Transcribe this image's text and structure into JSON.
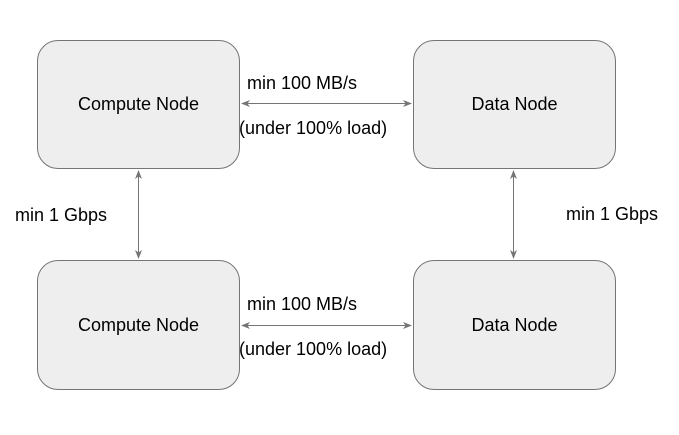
{
  "diagram": {
    "title": "cluster-network-diagram",
    "nodes": [
      {
        "id": "compute-node-top",
        "label": "Compute Node"
      },
      {
        "id": "data-node-top",
        "label": "Data Node"
      },
      {
        "id": "compute-node-bottom",
        "label": "Compute Node"
      },
      {
        "id": "data-node-bottom",
        "label": "Data Node"
      }
    ],
    "edges": [
      {
        "from": "compute-node-top",
        "to": "data-node-top",
        "direction": "bidirectional",
        "label": "min 100 MB/s",
        "sublabel": "(under 100% load)"
      },
      {
        "from": "compute-node-top",
        "to": "compute-node-bottom",
        "direction": "bidirectional",
        "label": "min 1 Gbps"
      },
      {
        "from": "data-node-top",
        "to": "data-node-bottom",
        "direction": "bidirectional",
        "label": "min 1 Gbps"
      },
      {
        "from": "compute-node-bottom",
        "to": "data-node-bottom",
        "direction": "bidirectional",
        "label": "min 100 MB/s",
        "sublabel": "(under 100% load)"
      }
    ],
    "colors": {
      "background": "#ffffff",
      "node_fill": "#eeeeee",
      "node_border": "#757575",
      "arrow": "#757575",
      "text": "#000000"
    }
  }
}
